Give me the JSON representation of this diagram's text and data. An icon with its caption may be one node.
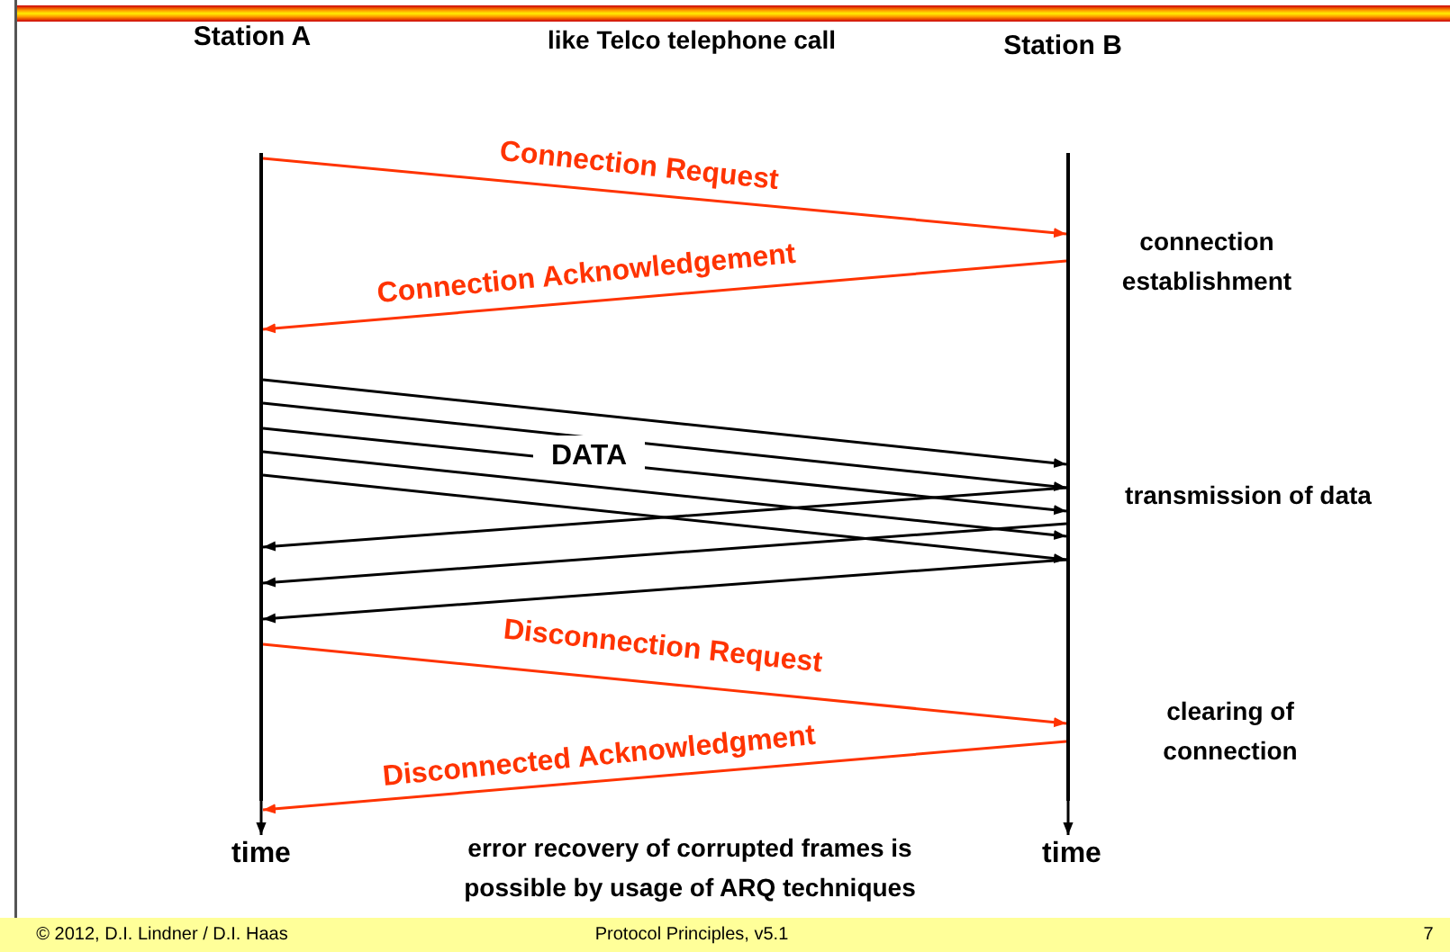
{
  "diagram": {
    "nodes": [
      {
        "text": [],
        "shape": "bar"
      },
      {
        "text": [],
        "shape": "bar"
      },
      {
        "text": [
          "time"
        ]
      },
      {
        "text": [
          "time"
        ]
      }
    ],
    "edges": [
      {
        "from": 0,
        "to": 2,
        "arrow": "to"
      },
      {
        "from": 1,
        "to": 3,
        "arrow": "to"
      },
      {
        "from": 0,
        "to": 1,
        "arrow": "to",
        "label": "Connection Request",
        "color": "#ff3300"
      },
      {
        "from": 1,
        "to": 0,
        "arrow": "to",
        "label": "Connection Acknowledgement",
        "color": "#ff3300"
      },
      {
        "from": 0,
        "to": 1,
        "arrow": "to"
      },
      {
        "from": 0,
        "to": 1,
        "arrow": "to"
      },
      {
        "from": 0,
        "to": 1,
        "arrow": "to"
      },
      {
        "from": 0,
        "to": 1,
        "arrow": "to"
      },
      {
        "from": 0,
        "to": 1,
        "arrow": "to"
      },
      {
        "from": 1,
        "to": 0,
        "arrow": "to"
      },
      {
        "from": 1,
        "to": 0,
        "arrow": "to"
      },
      {
        "from": 1,
        "to": 0,
        "arrow": "to"
      },
      {
        "from": 0,
        "to": 1,
        "arrow": "to",
        "label": "Disconnection Request",
        "color": "#ff3300"
      },
      {
        "from": 1,
        "to": 0,
        "arrow": "to",
        "label": "Disconnected Acknowledgment",
        "color": "#ff3300"
      }
    ],
    "labels": [
      "Station A",
      "like Telco telephone call",
      "Station B",
      "connection establishment",
      "DATA",
      "transmission of data",
      "clearing of connection",
      "error recovery of corrupted frames is possible by usage of ARQ techniques",
      "© 2012, D.I. Lindner / D.I. Haas",
      "Protocol Principles, v5.1",
      "7"
    ]
  }
}
